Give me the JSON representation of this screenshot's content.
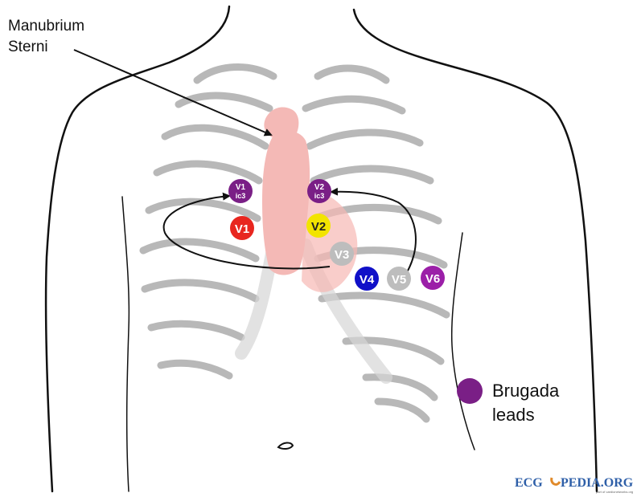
{
  "annotation": {
    "line1": "Manubrium",
    "line2": "Sterni"
  },
  "electrodes": {
    "v1_high": {
      "label": "V1",
      "sub": "ic3",
      "color": "#7a1f86"
    },
    "v2_high": {
      "label": "V2",
      "sub": "ic3",
      "color": "#7a1f86"
    },
    "v1": {
      "label": "V1",
      "color": "#e8261f"
    },
    "v2": {
      "label": "V2",
      "color": "#f2e400",
      "text_color": "#222222"
    },
    "v3": {
      "label": "V3",
      "color": "#bdbdbd"
    },
    "v4": {
      "label": "V4",
      "color": "#1010c8"
    },
    "v5": {
      "label": "V5",
      "color": "#bdbdbd"
    },
    "v6": {
      "label": "V6",
      "color": "#9b1fa8"
    }
  },
  "legend": {
    "line1": "Brugada",
    "line2": "leads",
    "color": "#7a1f86"
  },
  "logo": {
    "text_left": "ECG",
    "text_right": "PEDIA.ORG",
    "tagline": "part of cardionetworks.org",
    "color": "#2e5fa8",
    "accent": "#e08a2a"
  }
}
